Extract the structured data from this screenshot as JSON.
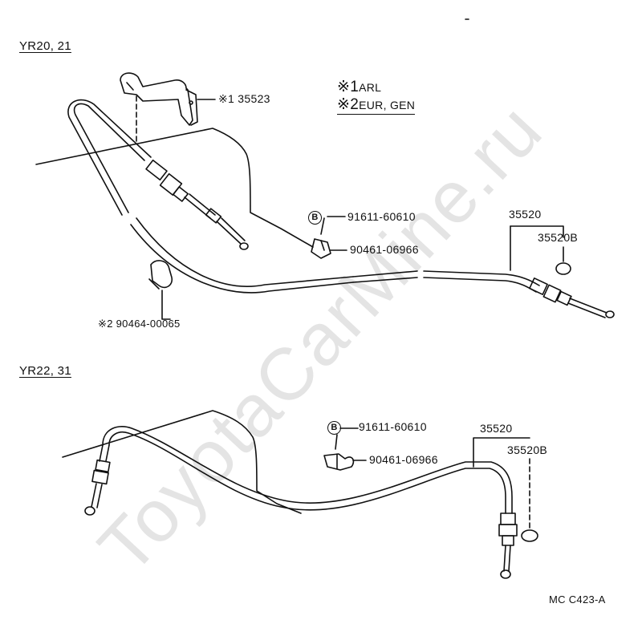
{
  "sections": {
    "upper": {
      "title": "YR20, 21"
    },
    "lower": {
      "title": "YR22, 31"
    }
  },
  "legend": {
    "row1": {
      "symbol": "※",
      "num": "1",
      "text": "ARL"
    },
    "row2": {
      "symbol": "※",
      "num": "2",
      "text": "EUR, GEN"
    }
  },
  "upper_labels": {
    "bracket": "※1 35523",
    "bolt_marker": "B",
    "bolt": "91611-60610",
    "clip": "90461-06966",
    "cable": "35520",
    "ring": "35520B",
    "clamp": "※2 90464-00065"
  },
  "lower_labels": {
    "bolt_marker": "B",
    "bolt": "91611-60610",
    "clip": "90461-06966",
    "cable": "35520",
    "ring": "35520B"
  },
  "footer": {
    "code": "MC C423-A"
  },
  "watermark": "ToyotaCarMine.ru"
}
